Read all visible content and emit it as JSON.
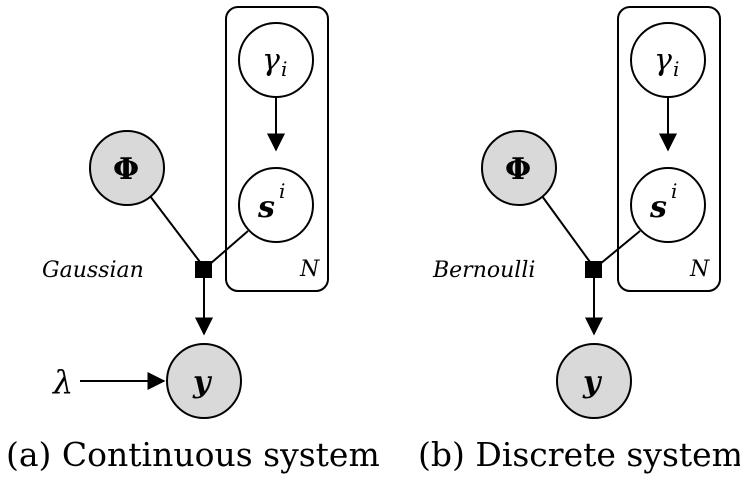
{
  "colors": {
    "observed_fill": "#d9d9d9",
    "latent_fill": "#ffffff",
    "stroke": "#000000"
  },
  "panels": [
    {
      "caption": "(a) Continuous system",
      "factor_label": "Gaussian",
      "plate_label": "N",
      "nodes": {
        "gamma": "γ",
        "gamma_sub": "i",
        "s": "s",
        "s_sup": "i",
        "phi": "Φ",
        "y": "y"
      },
      "prior_label": "λ"
    },
    {
      "caption": "(b) Discrete system",
      "factor_label": "Bernoulli",
      "plate_label": "N",
      "nodes": {
        "gamma": "γ",
        "gamma_sub": "i",
        "s": "s",
        "s_sup": "i",
        "phi": "Φ",
        "y": "y"
      }
    }
  ]
}
